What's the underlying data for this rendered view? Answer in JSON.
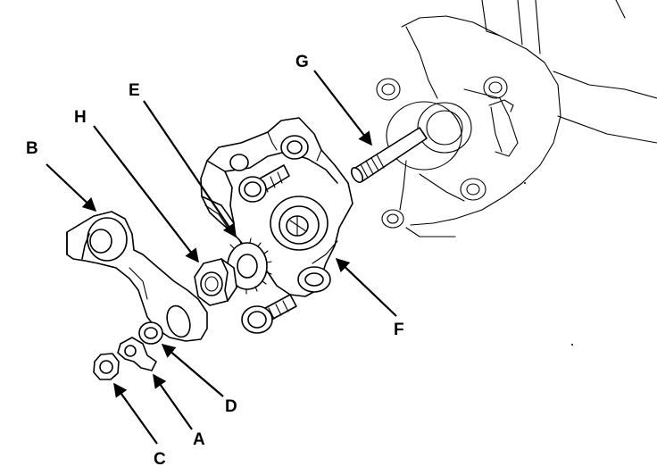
{
  "diagram": {
    "callouts": [
      {
        "id": "label-b",
        "text": "B"
      },
      {
        "id": "label-h",
        "text": "H"
      },
      {
        "id": "label-e",
        "text": "E"
      },
      {
        "id": "label-g",
        "text": "G"
      },
      {
        "id": "label-f",
        "text": "F"
      },
      {
        "id": "label-d",
        "text": "D"
      },
      {
        "id": "label-a",
        "text": "A"
      },
      {
        "id": "label-c",
        "text": "C"
      }
    ]
  }
}
